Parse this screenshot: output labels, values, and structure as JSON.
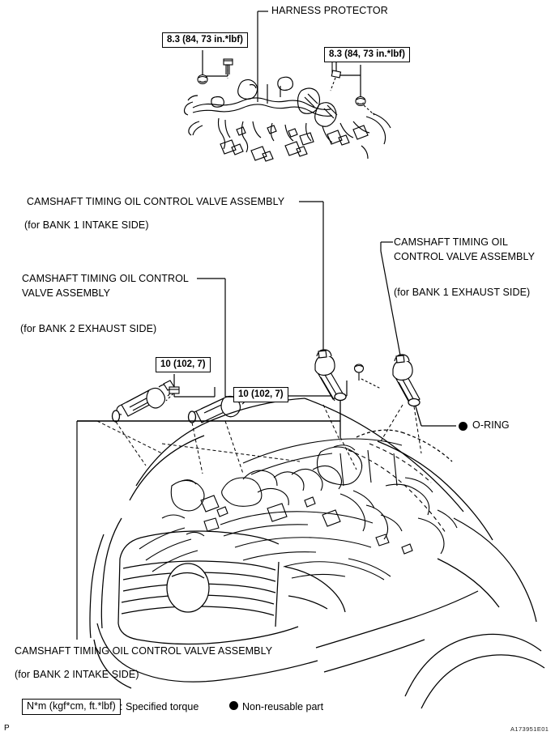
{
  "document": {
    "page_marker": "P",
    "figure_code": "A173951E01"
  },
  "callouts": {
    "harness_protector": "HARNESS PROTECTOR",
    "bank1_intake": {
      "line1": "CAMSHAFT TIMING OIL CONTROL VALVE ASSEMBLY",
      "line2": "(for BANK 1 INTAKE SIDE)"
    },
    "bank2_exhaust": {
      "line1": "CAMSHAFT TIMING OIL CONTROL",
      "line2": "VALVE ASSEMBLY",
      "line3": "(for BANK 2 EXHAUST SIDE)"
    },
    "bank1_exhaust": {
      "line1": "CAMSHAFT TIMING OIL",
      "line2": "CONTROL VALVE ASSEMBLY",
      "line3": "(for BANK 1 EXHAUST SIDE)"
    },
    "bank2_intake": {
      "line1": "CAMSHAFT TIMING OIL CONTROL VALVE ASSEMBLY",
      "line2": "(for BANK 2 INTAKE SIDE)"
    },
    "o_ring": "O-RING"
  },
  "torque_specs": [
    {
      "id": "harness-left",
      "value": "8.3 (84, 73 in.*lbf)"
    },
    {
      "id": "harness-right",
      "value": "8.3 (84, 73 in.*lbf)"
    },
    {
      "id": "vvt-left",
      "value": "10 (102, 7)"
    },
    {
      "id": "vvt-right",
      "value": "10 (102, 7)"
    }
  ],
  "legend": {
    "torque_symbol": "N*m (kgf*cm, ft.*lbf)",
    "torque_text": ": Specified torque",
    "nonreusable_text": "Non-reusable part"
  }
}
